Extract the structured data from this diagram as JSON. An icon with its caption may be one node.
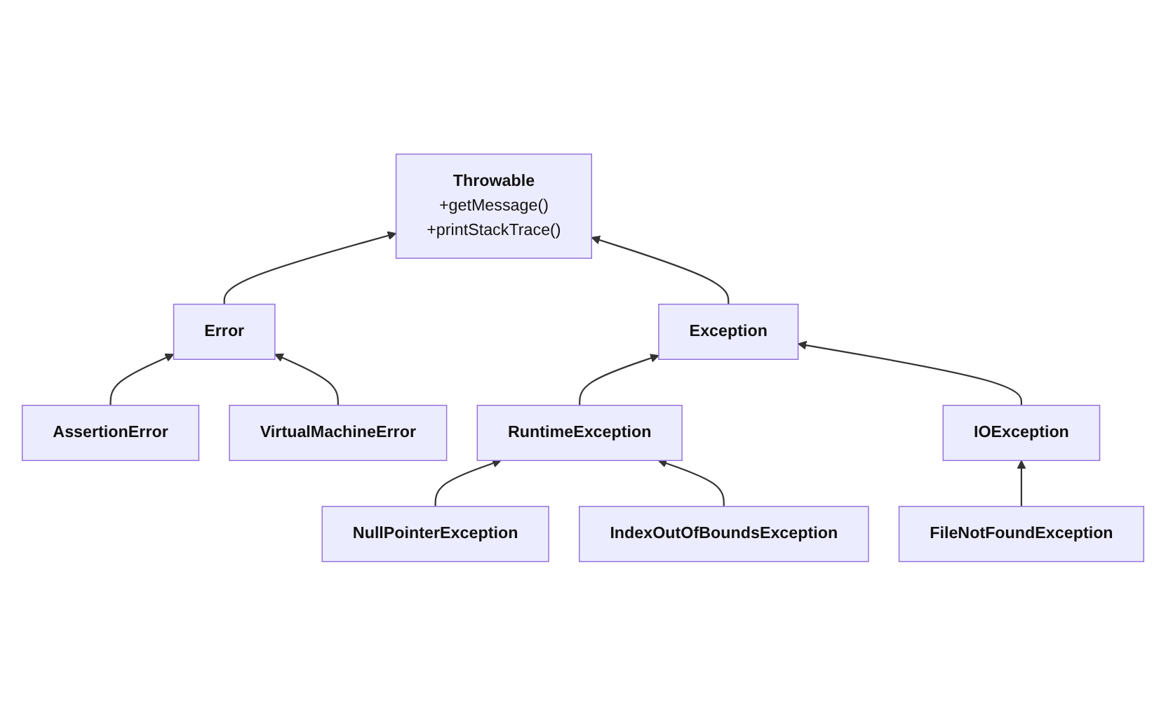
{
  "diagram": {
    "nodes": [
      {
        "text": [
          "Throwable",
          "+getMessage()",
          "+printStackTrace()"
        ]
      },
      {
        "text": [
          "Error"
        ]
      },
      {
        "text": [
          "Exception"
        ]
      },
      {
        "text": [
          "AssertionError"
        ]
      },
      {
        "text": [
          "VirtualMachineError"
        ]
      },
      {
        "text": [
          "RuntimeException"
        ]
      },
      {
        "text": [
          "IOException"
        ]
      },
      {
        "text": [
          "NullPointerException"
        ]
      },
      {
        "text": [
          "IndexOutOfBoundsException"
        ]
      },
      {
        "text": [
          "FileNotFoundException"
        ]
      }
    ],
    "edges": [
      {
        "from": 1,
        "to": 0,
        "arrow": "to"
      },
      {
        "from": 2,
        "to": 0,
        "arrow": "to"
      },
      {
        "from": 3,
        "to": 1,
        "arrow": "to"
      },
      {
        "from": 4,
        "to": 1,
        "arrow": "to"
      },
      {
        "from": 5,
        "to": 2,
        "arrow": "to"
      },
      {
        "from": 6,
        "to": 2,
        "arrow": "to"
      },
      {
        "from": 7,
        "to": 5,
        "arrow": "to"
      },
      {
        "from": 8,
        "to": 5,
        "arrow": "to"
      },
      {
        "from": 9,
        "to": 6,
        "arrow": "to"
      }
    ]
  }
}
